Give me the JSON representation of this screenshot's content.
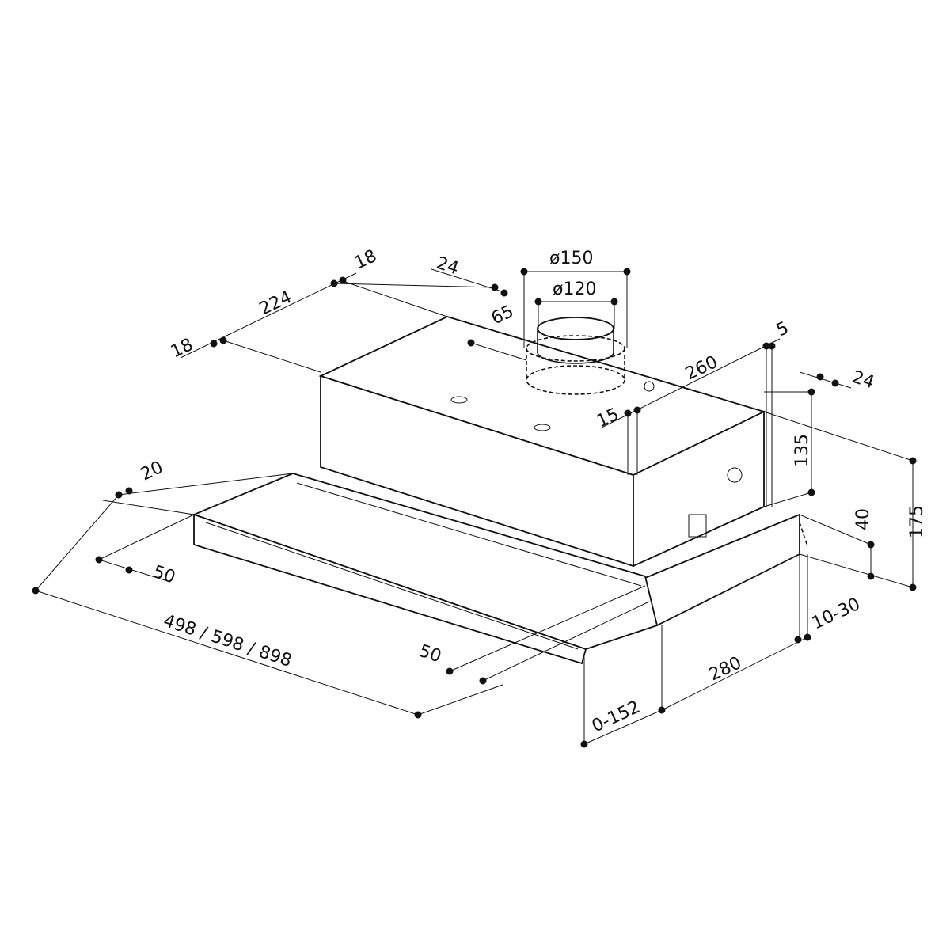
{
  "title": "Telescopic cooker hood dimensional drawing",
  "dimensions": {
    "d18_top": "18",
    "d224": "224",
    "d18_left": "18",
    "d24_top": "24",
    "d65": "65",
    "d150": "ø150",
    "d120": "ø120",
    "d5": "5",
    "d260": "260",
    "d15": "15",
    "d24_right": "24",
    "d135": "135",
    "d175": "175",
    "d40": "40",
    "d20": "20",
    "d50_left": "50",
    "width": "498 / 598 / 898",
    "d50_bottom": "50",
    "d0_152": "0-152",
    "d280": "280",
    "d10_30": "10-30"
  }
}
